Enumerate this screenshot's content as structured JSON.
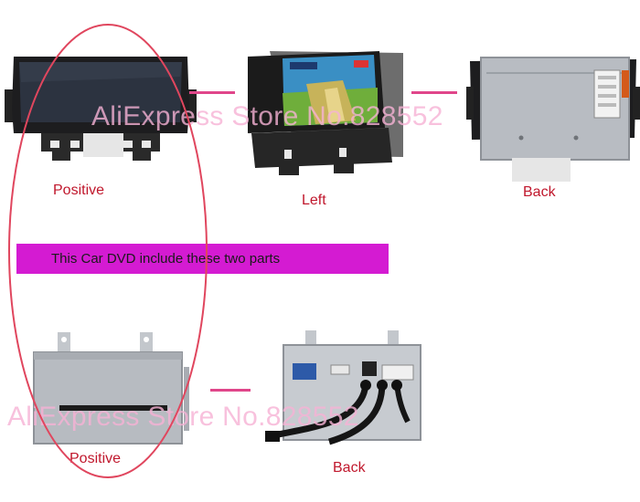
{
  "labels": {
    "positive_top": "Positive",
    "left": "Left",
    "back_top": "Back",
    "positive_bottom": "Positive",
    "back_bottom": "Back"
  },
  "banner": {
    "text": "This Car DVD include these two parts"
  },
  "watermark": {
    "top": "AliExpress Store No.828552",
    "bottom": "AliExpress Store No.828552"
  },
  "colors": {
    "label_red": "#c0172c",
    "banner_magenta": "#d41bd2",
    "connector_pink": "#e0468a",
    "ellipse_red": "#e0465e",
    "watermark_pink": "#f6b2d4"
  },
  "icons": [
    "car-dvd-front-unit",
    "car-dvd-angled-navigation-screen",
    "car-dvd-rear-panel",
    "dvd-chassis-front",
    "dvd-chassis-rear-with-cables"
  ]
}
